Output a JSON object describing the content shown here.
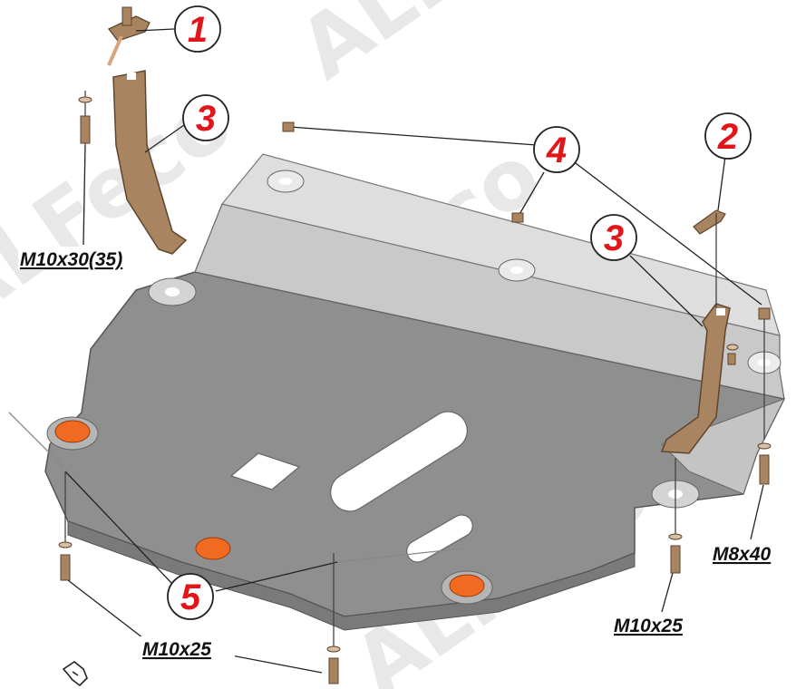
{
  "watermark": "ALFeco",
  "callouts": [
    {
      "id": "callout-1",
      "number": "1"
    },
    {
      "id": "callout-2",
      "number": "2"
    },
    {
      "id": "callout-3-left",
      "number": "3"
    },
    {
      "id": "callout-3-right",
      "number": "3"
    },
    {
      "id": "callout-4",
      "number": "4"
    },
    {
      "id": "callout-5",
      "number": "5"
    }
  ],
  "bolt_labels": {
    "left_upper": "M10x30(35)",
    "right_upper": "M8x40",
    "right_lower": "M10x25",
    "bottom_left": "M10x25"
  },
  "colors": {
    "plate_dark": "#8f8f8f",
    "plate_light": "#c9c9c9",
    "plate_lightest": "#dedede",
    "bracket": "#a88461",
    "plug": "#f06a22",
    "callout_text": "#e0161b",
    "label_text": "#111111"
  },
  "icons": {
    "bottom_corner": "bracket-outline-icon"
  }
}
